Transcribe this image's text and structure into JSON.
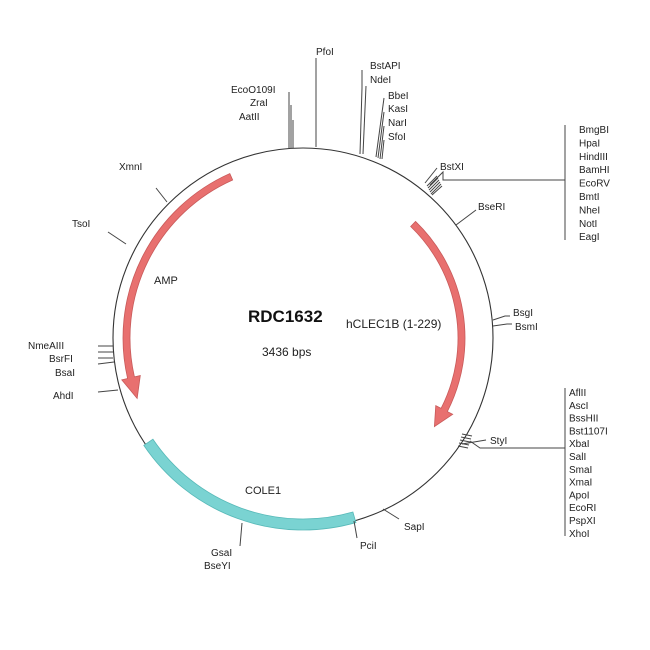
{
  "plasmid": {
    "name": "RDC1632",
    "insert": "hCLEC1B (1-229)",
    "size_label": "3436 bps",
    "colors": {
      "backbone": "#333333",
      "arrow": "#e8706f",
      "arrow_edge": "#c85a5a",
      "cole1": "#7ad3d2",
      "cole1_edge": "#57b9b8"
    }
  },
  "features": [
    {
      "name": "AMP",
      "kind": "arrow"
    },
    {
      "name": "hCLEC1B-arrow",
      "kind": "arrow"
    },
    {
      "name": "COLE1",
      "kind": "block"
    }
  ],
  "sites": {
    "pfoi": "PfoI",
    "bstapi": "BstAPI",
    "ndei": "NdeI",
    "bbei": "BbeI",
    "kasi": "KasI",
    "nari": "NarI",
    "sfoi": "SfoI",
    "eco0109i": "EcoO109I",
    "zrai": "ZraI",
    "aatii": "AatII",
    "xmni": "XmnI",
    "tsoi": "TsoI",
    "bstxi": "BstXI",
    "bseri": "BseRI",
    "bsgi": "BsgI",
    "bsmi": "BsmI",
    "nmeaiii": "NmeAIII",
    "bsrfi": "BsrFI",
    "bsai": "BsaI",
    "ahdi": "AhdI",
    "styi": "StyI",
    "sapi": "SapI",
    "pcii": "PciI",
    "gsai": "GsaI",
    "bseyi": "BseYI"
  },
  "mcs_top": [
    "BmgBI",
    "HpaI",
    "HindIII",
    "BamHI",
    "EcoRV",
    "BmtI",
    "NheI",
    "NotI",
    "EagI"
  ],
  "mcs_bottom": [
    "AflII",
    "AscI",
    "BssHII",
    "Bst1107I",
    "XbaI",
    "SalI",
    "SmaI",
    "XmaI",
    "ApoI",
    "EcoRI",
    "PspXI",
    "XhoI"
  ]
}
